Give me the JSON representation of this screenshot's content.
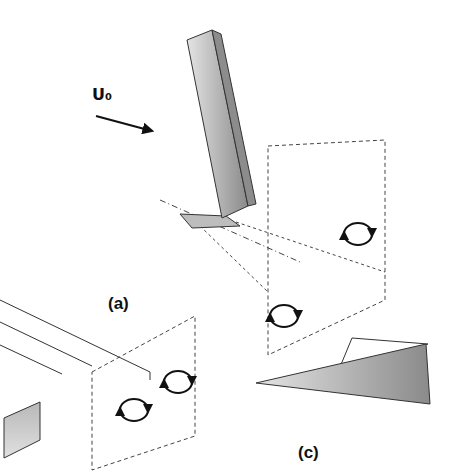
{
  "diagram": {
    "labels": [
      "U₀",
      "(a)",
      "(c)"
    ]
  }
}
